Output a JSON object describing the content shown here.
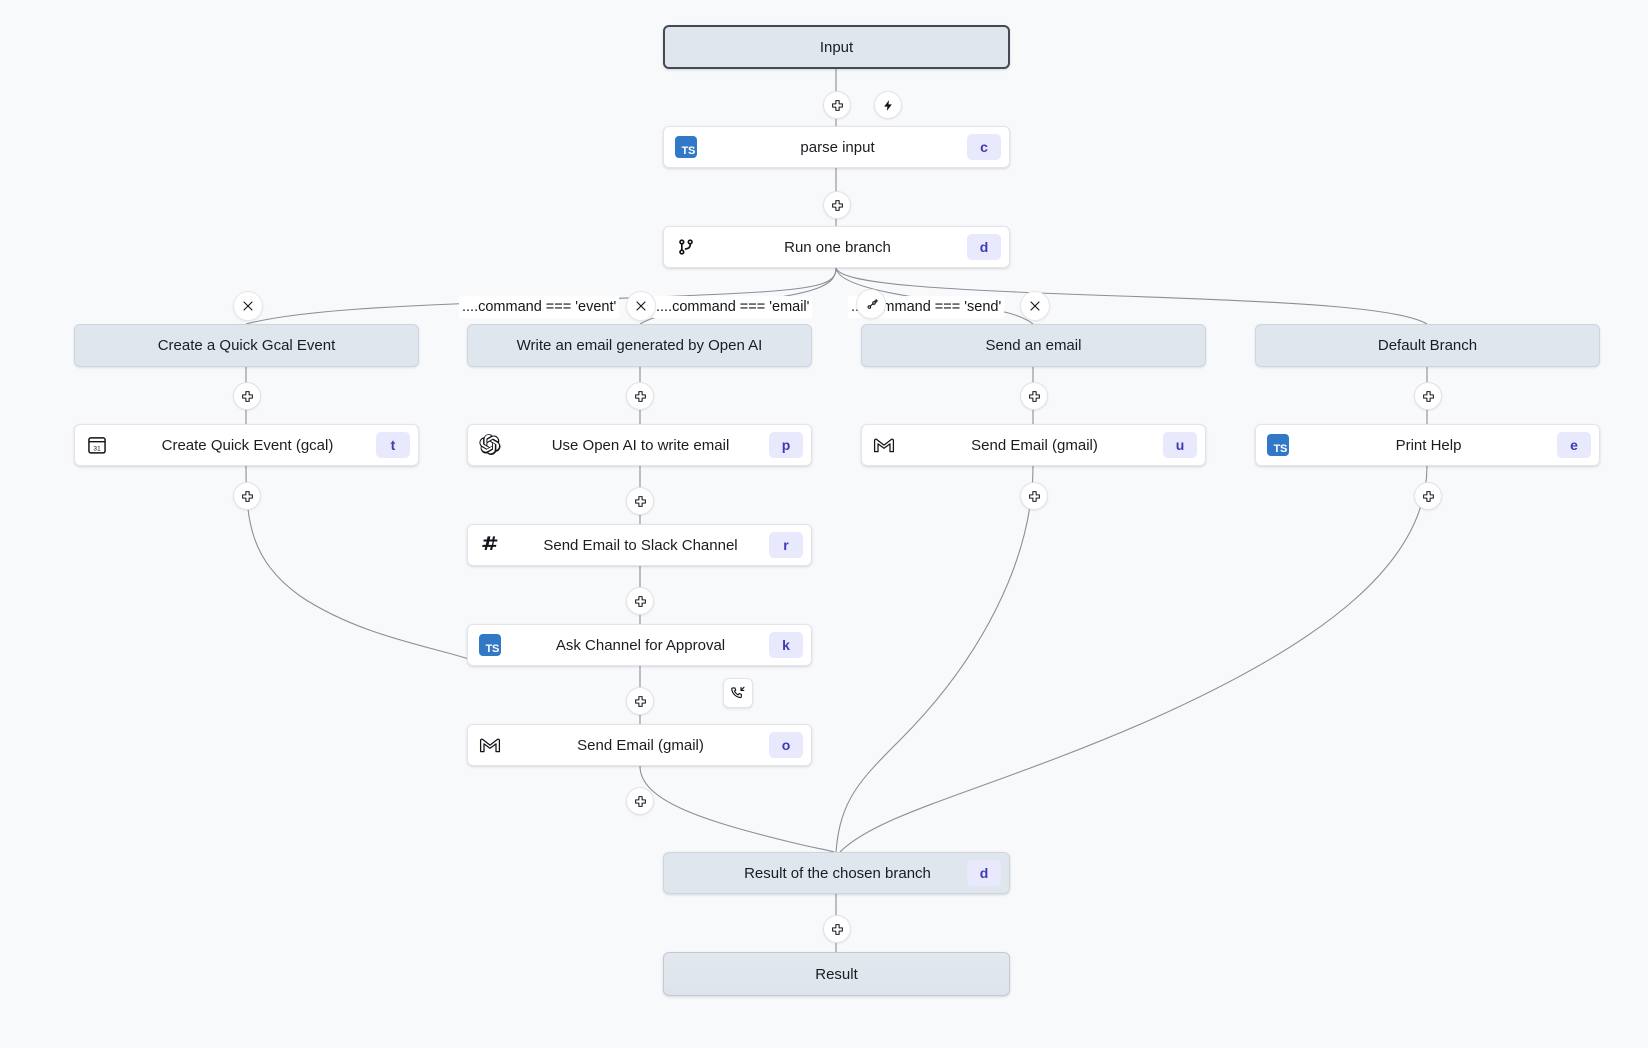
{
  "canvas": {
    "background": "#f8f9fb",
    "accent_badge_bg": "#e8e9fd",
    "accent_badge_fg": "#3d3bb5",
    "node_header_bg": "#dfe6ed",
    "ts_icon_color": "#3178c6"
  },
  "nodes": {
    "input": {
      "label": "Input"
    },
    "parse_input": {
      "label": "parse input",
      "badge": "c",
      "icon": "typescript-icon"
    },
    "run_one_branch": {
      "label": "Run one branch",
      "badge": "d",
      "icon": "git-branch-icon"
    },
    "branch_heads": [
      {
        "label": "Create a Quick Gcal Event"
      },
      {
        "label": "Write an email generated by Open AI"
      },
      {
        "label": "Send an email"
      },
      {
        "label": "Default Branch"
      }
    ],
    "steps": [
      {
        "label": "Create Quick Event (gcal)",
        "badge": "t",
        "icon": "calendar-icon"
      },
      {
        "label": "Use Open AI to write email",
        "badge": "p",
        "icon": "openai-icon"
      },
      {
        "label": "Send Email (gmail)",
        "badge": "u",
        "icon": "gmail-icon"
      },
      {
        "label": "Print Help",
        "badge": "e",
        "icon": "typescript-icon"
      },
      {
        "label": "Send Email to Slack Channel",
        "badge": "r",
        "icon": "slack-icon"
      },
      {
        "label": "Ask Channel for Approval",
        "badge": "k",
        "icon": "typescript-icon"
      },
      {
        "label": "Send Email (gmail)",
        "badge": "o",
        "icon": "gmail-icon"
      }
    ],
    "merge": {
      "label": "Result of the chosen branch",
      "badge": "d"
    },
    "result": {
      "label": "Result"
    }
  },
  "conditions": [
    {
      "text": "....command === 'event'"
    },
    {
      "text": "....command === 'email'"
    },
    {
      "text": "....command === 'send'"
    }
  ],
  "icons": {
    "add_step": "plus-icon",
    "trigger": "lightning-icon",
    "delete_branch": "close-icon",
    "add_branch": "add-branch-icon",
    "suspend": "phone-callback-icon"
  }
}
